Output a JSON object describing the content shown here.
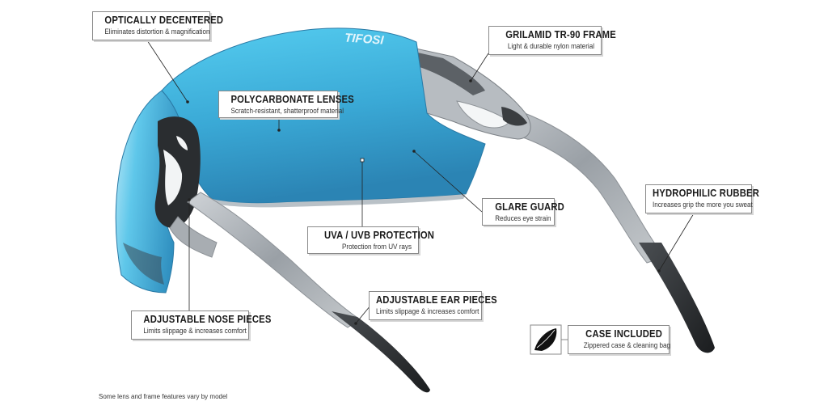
{
  "brand": "TIFOSI",
  "colors": {
    "lens_top": "#4cc6ec",
    "lens_bottom": "#2f93c2",
    "frame": "#a9aeb3",
    "ear_tip": "#2a2d30",
    "leader": "#222222"
  },
  "callouts": {
    "optically_decentered": {
      "title": "OPTICALLY DECENTERED",
      "desc": "Eliminates distortion & magnification"
    },
    "polycarbonate": {
      "title": "POLYCARBONATE LENSES",
      "desc": "Scratch-resistant, shatterproof material"
    },
    "grilamid": {
      "title": "GRILAMID TR-90 FRAME",
      "desc": "Light & durable nylon material"
    },
    "glare_guard": {
      "title": "GLARE GUARD",
      "desc": "Reduces eye strain"
    },
    "uva_uvb": {
      "title": "UVA / UVB PROTECTION",
      "desc": "Protection from UV rays"
    },
    "hydrophilic": {
      "title": "HYDROPHILIC RUBBER",
      "desc": "Increases grip the more you sweat"
    },
    "ear_pieces": {
      "title": "ADJUSTABLE EAR PIECES",
      "desc": "Limits slippage & increases comfort"
    },
    "nose_pieces": {
      "title": "ADJUSTABLE NOSE PIECES",
      "desc": "Limits slippage & increases comfort"
    },
    "case": {
      "title": "CASE INCLUDED",
      "desc": "Zippered case & cleaning bag",
      "icon": "case-icon"
    }
  },
  "footnote": "Some lens and frame features vary by model"
}
